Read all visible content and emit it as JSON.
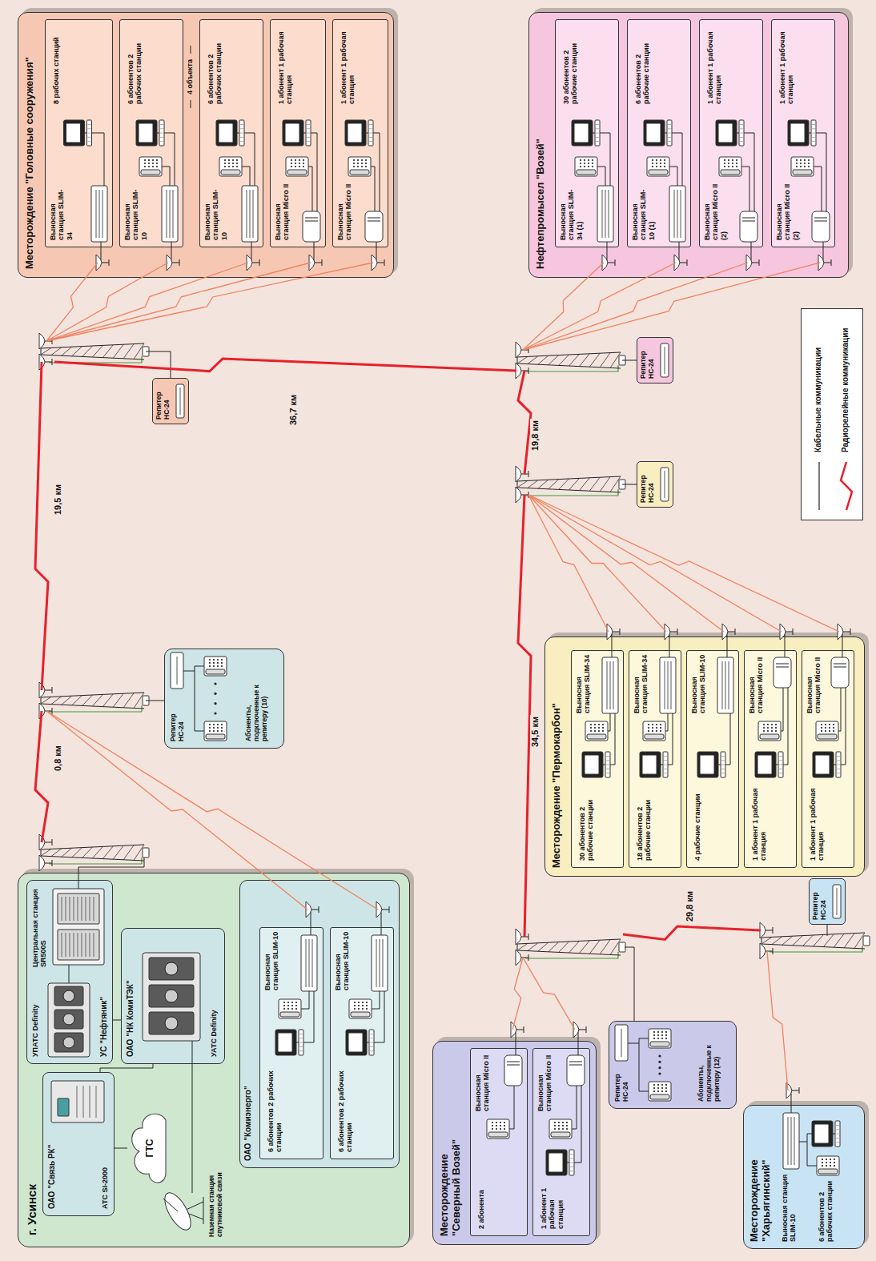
{
  "diagram": {
    "nodes": [
      {
        "text": [
          "г. Усинск"
        ]
      },
      {
        "text": [
          "ОАО \"Связь РК\"",
          "АТС SI-2000"
        ],
        "in": 0
      },
      {
        "text": [
          "УПАТС Definity",
          "Центральная станция SR500S",
          "УС \"Нефтяник\""
        ],
        "in": 0
      },
      {
        "text": [
          "ОАО \"НК КомиТЭК\"",
          "УАТС Definity"
        ],
        "in": 0
      },
      {
        "text": [
          "ГТС"
        ],
        "in": 0
      },
      {
        "text": [
          "ОАО \"Комиэнерго\""
        ],
        "in": 0
      },
      {
        "text": [
          "Выносная станция SLIM-10",
          "6 абонентов 2 рабочих станции"
        ],
        "in": 5
      },
      {
        "text": [
          "Выносная станция SLIM-10",
          "6 абонентов 2 рабочих станции"
        ],
        "in": 5
      },
      {
        "text": [
          "Репитер НС-24",
          "Абоненты, подключенные к репитеру (10)"
        ]
      },
      {
        "text": [
          "Репитер НС-24"
        ]
      },
      {
        "text": [
          "Месторождение \"Головные сооружения\""
        ]
      },
      {
        "text": [
          "Выносная станция SLIM-34",
          "8 рабочих станций"
        ],
        "in": 10
      },
      {
        "text": [
          "Выносная станция SLIM-10",
          "6 абонентов 2 рабочих станции"
        ],
        "in": 10
      },
      {
        "text": [
          "Выносная станция SLIM-10",
          "6 абонентов 2 рабочих станции"
        ],
        "in": 10
      },
      {
        "text": [
          "Выносная станция Micro II",
          "1 абонент 1 рабочая станция"
        ],
        "in": 10
      },
      {
        "text": [
          "Выносная станция Micro II",
          "1 абонент 1 рабочая станция"
        ],
        "in": 10
      },
      {
        "text": [
          "Репитер НС-24"
        ]
      },
      {
        "text": [
          "Нефтепромысел \"Возей\""
        ]
      },
      {
        "text": [
          "Выносная станция SLIM-34 (1)",
          "30 абонентов 2 рабочие станции"
        ],
        "in": 17
      },
      {
        "text": [
          "Выносная станция SLIM-10 (1)",
          "6 абонентов 2 рабочие станции"
        ],
        "in": 17
      },
      {
        "text": [
          "Выносная станция Micro II (2)",
          "1 абонент 1 рабочая станция"
        ],
        "in": 17
      },
      {
        "text": [
          "Выносная станция Micro II (2)",
          "1 абонент 1 рабочая станция"
        ],
        "in": 17
      },
      {
        "text": [
          "Репитер НС-24"
        ]
      },
      {
        "text": [
          "Месторождение \"Пермокарбон\""
        ]
      },
      {
        "text": [
          "Выносная станция SLIM-34",
          "30 абонентов 2 рабочие станции"
        ],
        "in": 23
      },
      {
        "text": [
          "Выносная станция SLIM-34",
          "18 абонентов 2 рабочие станции"
        ],
        "in": 23
      },
      {
        "text": [
          "Выносная станция SLIM-10",
          "4 рабочие станции"
        ],
        "in": 23
      },
      {
        "text": [
          "Выносная станция Micro II",
          "1 абонент 1 рабочая станция"
        ],
        "in": 23
      },
      {
        "text": [
          "Выносная станция Micro II",
          "1 абонент 1 рабочая станция"
        ],
        "in": 23
      },
      {
        "text": [
          "Репитер НС-24",
          "Абоненты, подключенные к репитеру (12)"
        ]
      },
      {
        "text": [
          "Месторождение \"Северный Возей\""
        ]
      },
      {
        "text": [
          "Выносная станция Micro II",
          "2 абонента"
        ],
        "in": 30
      },
      {
        "text": [
          "Выносная станция Micro II",
          "1 абонент 1 рабочая станция"
        ],
        "in": 30
      },
      {
        "text": [
          "Репитер НС-24"
        ]
      },
      {
        "text": [
          "Месторождение \"Харьягинский\"",
          "Выносная станция SLIM-10",
          "6 абонентов 2 рабочих станции"
        ]
      }
    ],
    "edges": [
      {
        "from": 1,
        "to": 4,
        "arrow": "none"
      },
      {
        "from": 1,
        "to": 3,
        "arrow": "none"
      },
      {
        "from": 3,
        "to": 2,
        "arrow": "none"
      }
    ],
    "labels": [
      "4 объекта",
      "Наземная станция спутниковой связи",
      "0,8 км",
      "19,5 км",
      "36,7 км",
      "19,8 км",
      "34,5 км",
      "29,8 км"
    ],
    "legend": [
      {
        "text": "Кабельные коммуникации"
      },
      {
        "text": "Радиорелейные коммуникации"
      }
    ]
  }
}
